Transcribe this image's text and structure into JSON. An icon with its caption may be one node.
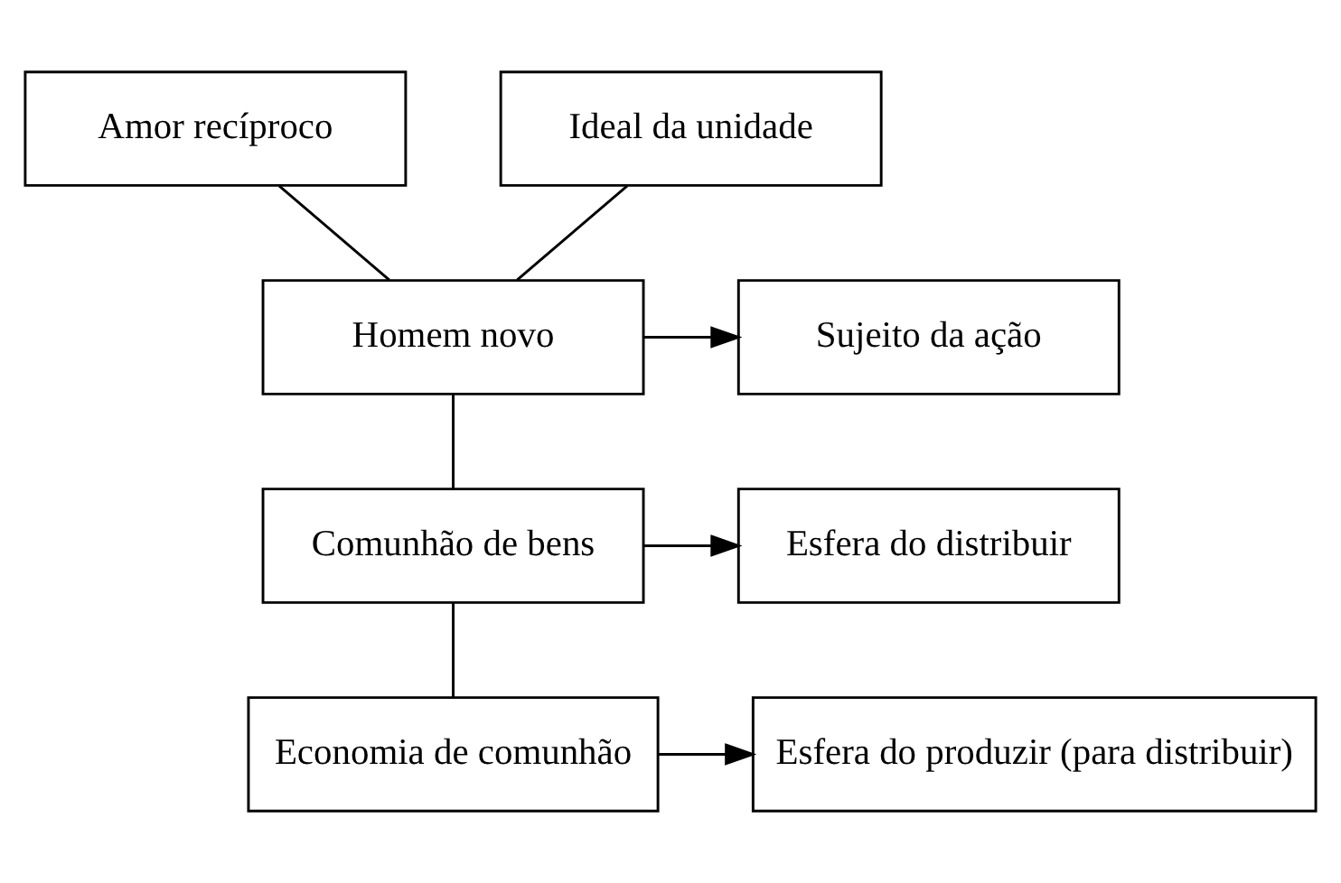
{
  "diagram": {
    "nodes": [
      {
        "text": [
          "Amor recíproco"
        ]
      },
      {
        "text": [
          "Ideal da unidade"
        ]
      },
      {
        "text": [
          "Homem novo"
        ]
      },
      {
        "text": [
          "Sujeito da ação"
        ]
      },
      {
        "text": [
          "Comunhão de bens"
        ]
      },
      {
        "text": [
          "Esfera do distribuir"
        ]
      },
      {
        "text": [
          "Economia de comunhão"
        ]
      },
      {
        "text": [
          "Esfera do produzir (para distribuir)"
        ]
      }
    ],
    "edges": [
      {
        "from": 0,
        "to": 2,
        "arrow": "none"
      },
      {
        "from": 1,
        "to": 2,
        "arrow": "none"
      },
      {
        "from": 2,
        "to": 3,
        "arrow": "to"
      },
      {
        "from": 2,
        "to": 4,
        "arrow": "none"
      },
      {
        "from": 4,
        "to": 5,
        "arrow": "to"
      },
      {
        "from": 4,
        "to": 6,
        "arrow": "none"
      },
      {
        "from": 6,
        "to": 7,
        "arrow": "to"
      }
    ]
  }
}
